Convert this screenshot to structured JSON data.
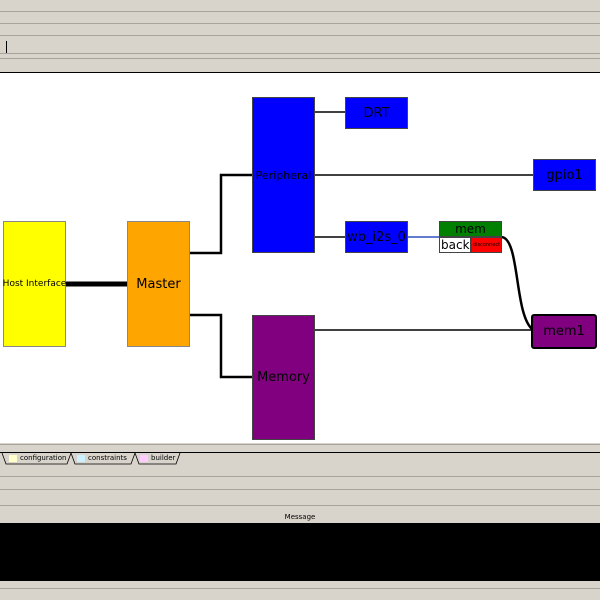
{
  "canvas": {
    "blocks": {
      "host_interface": {
        "label": "Host Interface",
        "color": "#ffff00"
      },
      "master": {
        "label": "Master",
        "color": "#ffa500"
      },
      "peripheral": {
        "label": "Peripheral",
        "color": "#0000ff"
      },
      "memory": {
        "label": "Memory",
        "color": "#800080"
      },
      "drt": {
        "label": "DRT",
        "color": "#0000ff"
      },
      "gpio1": {
        "label": "gpio1",
        "color": "#0000ff"
      },
      "wb_i2s_0": {
        "label": "wb_i2s_0",
        "color": "#0000ff"
      },
      "mem": {
        "label": "mem",
        "color": "#008000"
      },
      "back": {
        "label": "back",
        "color": "#ffffff"
      },
      "disconnect": {
        "label": "disconnect",
        "color": "#ff0000"
      },
      "mem1": {
        "label": "mem1",
        "color": "#800080"
      }
    }
  },
  "tabs": [
    {
      "label": "configuration",
      "color": "#ffffcc"
    },
    {
      "label": "constraints",
      "color": "#ccf0ff"
    },
    {
      "label": "builder",
      "color": "#ffccff"
    }
  ],
  "message": {
    "label": "Message"
  }
}
